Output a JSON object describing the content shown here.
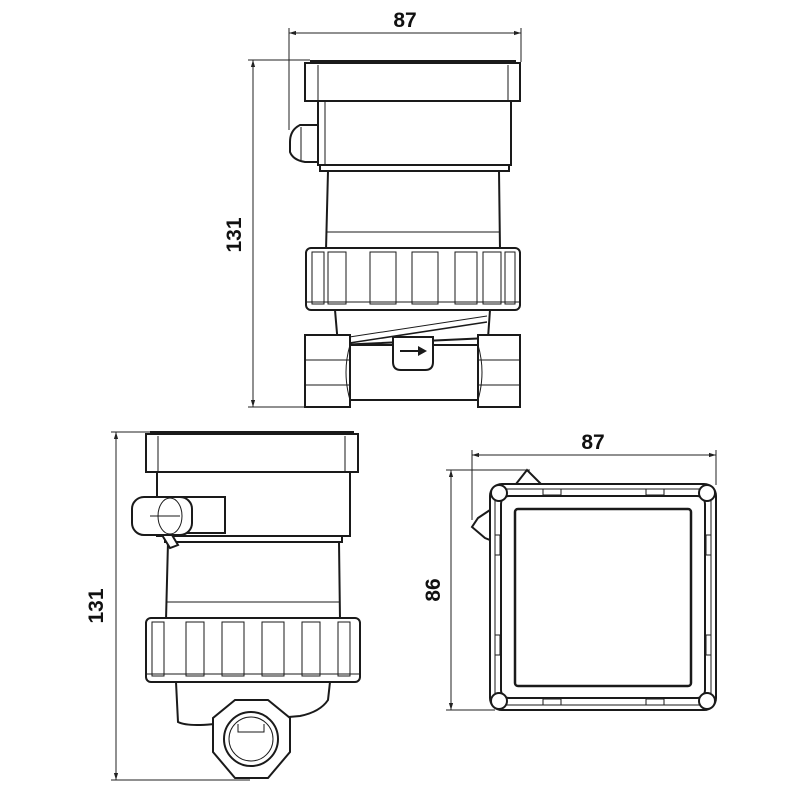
{
  "front_view": {
    "width_label": "87",
    "height_label": "131"
  },
  "side_view": {
    "height_label": "131"
  },
  "top_view": {
    "width_label": "87",
    "depth_label": "86"
  },
  "colors": {
    "line": "#1a1a1a",
    "background": "#ffffff"
  }
}
